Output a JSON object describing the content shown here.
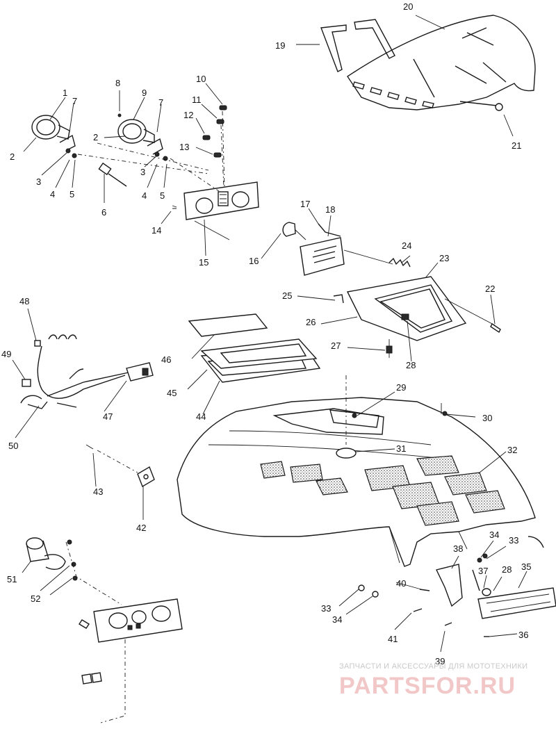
{
  "diagram": {
    "callouts": [
      "1",
      "2",
      "3",
      "4",
      "5",
      "6",
      "7",
      "8",
      "9",
      "10",
      "11",
      "12",
      "13",
      "14",
      "15",
      "16",
      "17",
      "18",
      "19",
      "20",
      "21",
      "22",
      "23",
      "24",
      "25",
      "26",
      "27",
      "28",
      "29",
      "30",
      "31",
      "32",
      "33",
      "34",
      "35",
      "36",
      "37",
      "38",
      "39",
      "40",
      "41",
      "42",
      "43",
      "44",
      "45",
      "46",
      "47",
      "48",
      "49",
      "50",
      "51",
      "52"
    ]
  },
  "watermark": {
    "tagline": "ЗАПЧАСТИ И АКСЕССУАРЫ ДЛЯ МОТОТЕХНИКИ",
    "brand": "PARTSFOR.RU"
  }
}
